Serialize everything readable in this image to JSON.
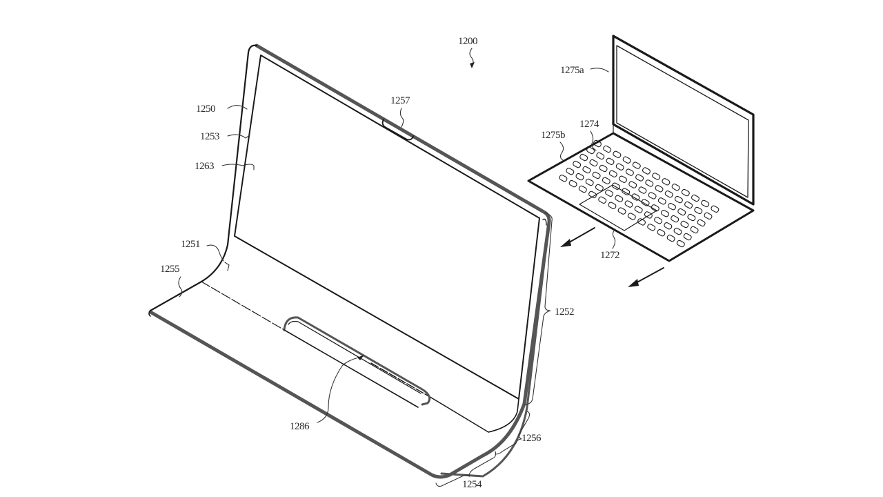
{
  "figure": {
    "id": "1200",
    "description": "Patent drawing: curved glass all-in-one display with integrated base, with a laptop placed beside it",
    "colors": {
      "background": "#ffffff",
      "ink": "#1a1a1a",
      "edge_grey": "#555555"
    }
  },
  "labels": {
    "fig": "1200",
    "housing": "1250",
    "bend_upper": "1251",
    "vertical_portion": "1252",
    "display_border": "1253",
    "base_portion": "1254",
    "base_edge": "1255",
    "curved_portion": "1256",
    "camera_notch": "1257",
    "display_area": "1263",
    "trackpad": "1272",
    "keyboard": "1274",
    "laptop_lid": "1275a",
    "laptop_base": "1275b",
    "base_slot": "1286"
  },
  "arrows": [
    {
      "name": "laptop-move-arrow-upper",
      "direction": "down-left"
    },
    {
      "name": "laptop-move-arrow-lower",
      "direction": "down-left"
    }
  ],
  "keyboard": {
    "rows": 6,
    "cols": 13
  }
}
